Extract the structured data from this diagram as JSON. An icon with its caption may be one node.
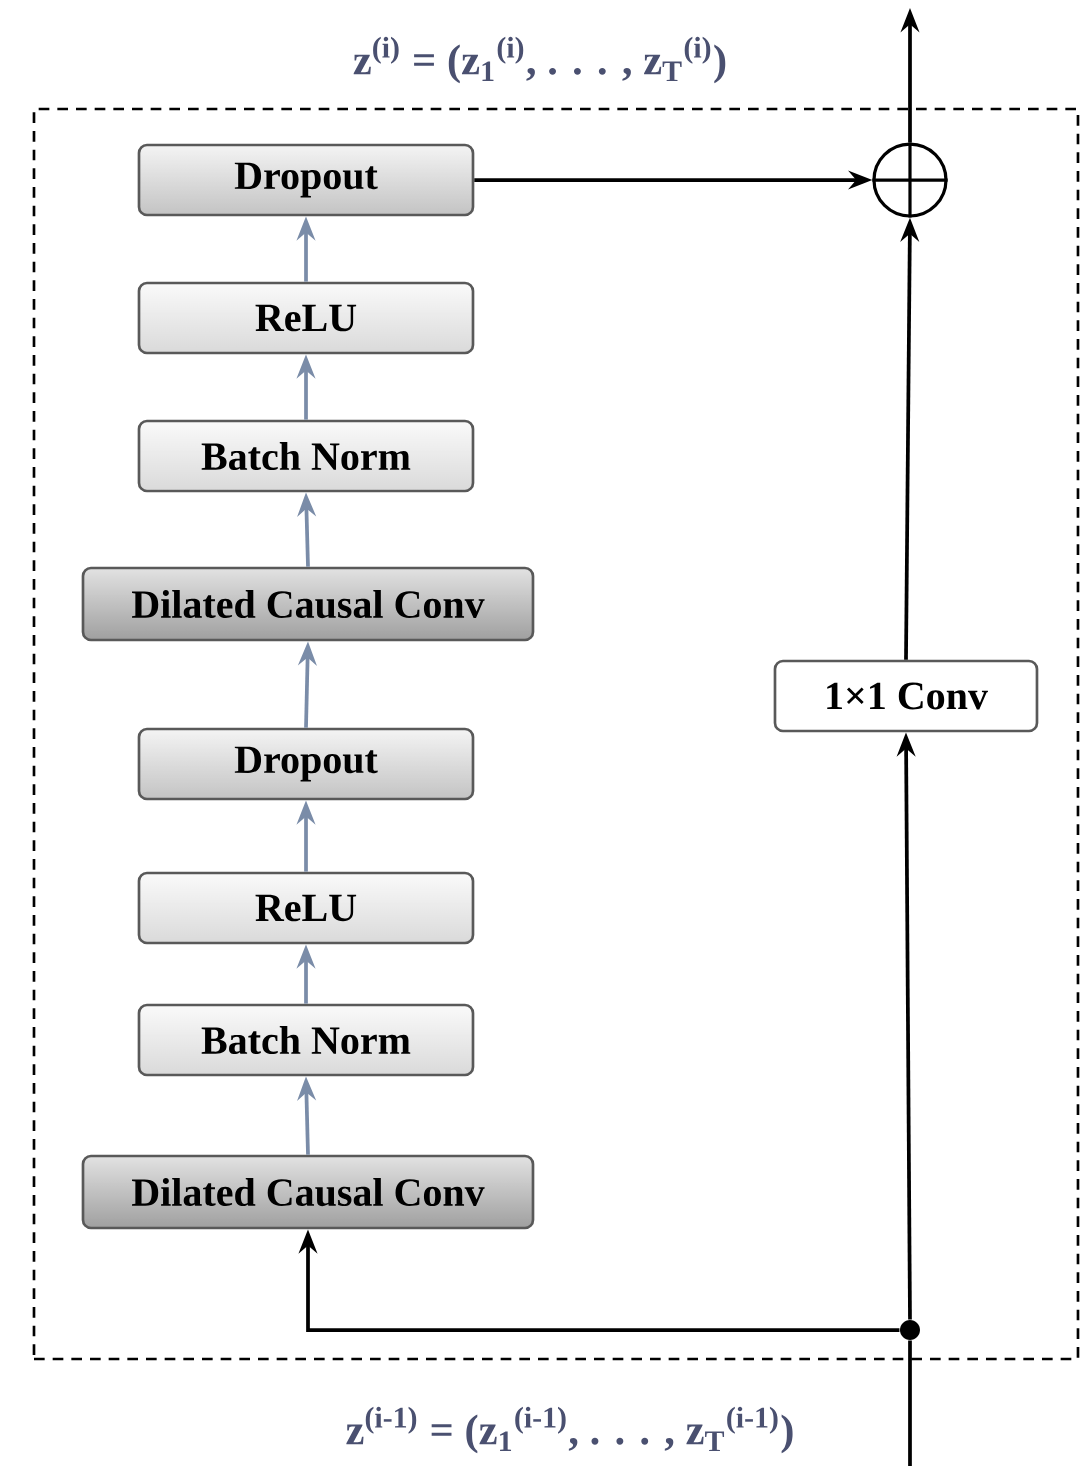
{
  "diagram": {
    "nodes": [
      {
        "text": [],
        "shape": "box"
      },
      {
        "text": [
          "Dropout"
        ],
        "in": 0
      },
      {
        "text": [
          "ReLU"
        ],
        "in": 0
      },
      {
        "text": [
          "Batch Norm"
        ],
        "in": 0
      },
      {
        "text": [
          "Dilated Causal Conv"
        ],
        "in": 0
      },
      {
        "text": [
          "Dropout"
        ],
        "in": 0
      },
      {
        "text": [
          "ReLU"
        ],
        "in": 0
      },
      {
        "text": [
          "Batch Norm"
        ],
        "in": 0
      },
      {
        "text": [
          "Dilated Causal Conv"
        ],
        "in": 0
      },
      {
        "text": [],
        "shape": "circle",
        "in": 0
      },
      {
        "text": [
          "1×1 Conv"
        ],
        "in": 0
      },
      {
        "text": [],
        "shape": "circle",
        "in": 0
      }
    ],
    "edges": [
      {
        "from": 8,
        "to": 7,
        "arrow": "to"
      },
      {
        "from": 7,
        "to": 6,
        "arrow": "to"
      },
      {
        "from": 6,
        "to": 5,
        "arrow": "to"
      },
      {
        "from": 5,
        "to": 4,
        "arrow": "to"
      },
      {
        "from": 4,
        "to": 3,
        "arrow": "to"
      },
      {
        "from": 3,
        "to": 2,
        "arrow": "to"
      },
      {
        "from": 2,
        "to": 1,
        "arrow": "to"
      },
      {
        "from": 1,
        "to": 9,
        "arrow": "to",
        "color": "#000000"
      },
      {
        "from": 11,
        "to": 8,
        "arrow": "to",
        "color": "#000000"
      },
      {
        "from": 11,
        "to": 10,
        "arrow": "to",
        "color": "#000000"
      },
      {
        "from": 10,
        "to": 9,
        "arrow": "to",
        "color": "#000000"
      },
      {
        "from": null,
        "to": 11,
        "arrow": "none",
        "color": "#000000"
      },
      {
        "from": 9,
        "to": null,
        "arrow": "to",
        "color": "#000000"
      }
    ],
    "labels": [
      "z$^{(i)}$ = (z$_{1}$$^{(i)}$, . . . , z$_{T}$$^{(i)}$)",
      "z$^{(i-1)}$ = (z$_{1}$$^{(i-1)}$, . . . , z$_{T}$$^{(i-1)}$)"
    ]
  }
}
